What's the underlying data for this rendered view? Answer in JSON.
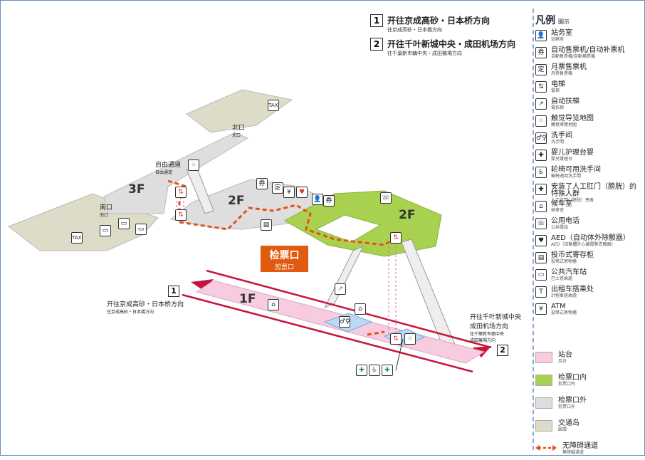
{
  "directions": [
    {
      "num": "1",
      "main": "开往京成高砂・日本桥方向",
      "sub": "往京成高砂・日本橋方向"
    },
    {
      "num": "2",
      "main": "开往千叶新城中央・成田机场方向",
      "sub": "往千葉新市鎮中央・成田機場方向"
    }
  ],
  "legend": {
    "title": "凡例",
    "title_sub": "圖示",
    "items": [
      {
        "icon": "station-office-icon",
        "glyph": "👤",
        "main": "站务室",
        "sub": "站務室"
      },
      {
        "icon": "ticket-machine-icon",
        "glyph": "券",
        "main": "自动售票机/自动补票机",
        "sub": "自動售票機/自動補票機"
      },
      {
        "icon": "commuter-pass-icon",
        "glyph": "定",
        "main": "月票售票机",
        "sub": "月票售票機"
      },
      {
        "icon": "elevator-icon",
        "glyph": "⇅",
        "main": "电梯",
        "sub": "電梯"
      },
      {
        "icon": "escalator-icon",
        "glyph": "↗",
        "main": "自动扶梯",
        "sub": "電扶梯"
      },
      {
        "icon": "tactile-map-icon",
        "glyph": "⁘",
        "main": "触觉导览地图",
        "sub": "觸覺導覽地圖"
      },
      {
        "icon": "restroom-icon",
        "glyph": "♂♀",
        "main": "洗手间",
        "sub": "洗手間"
      },
      {
        "icon": "baby-care-icon",
        "glyph": "✚",
        "main": "婴儿护理台婴",
        "sub": "嬰兒護理台"
      },
      {
        "icon": "wheelchair-icon",
        "glyph": "♿",
        "main": "轮椅可用洗手间",
        "sub": "輪椅適用洗手間"
      },
      {
        "icon": "ostomy-icon",
        "glyph": "✚",
        "main": "安装了人工肛门（膀胱）的特殊人群",
        "sub": "人工肛門（膀胱）患者"
      },
      {
        "icon": "waiting-room-icon",
        "glyph": "⌂",
        "main": "候车室",
        "sub": "候車室"
      },
      {
        "icon": "phone-icon",
        "glyph": "☏",
        "main": "公用电话",
        "sub": "公共電話"
      },
      {
        "icon": "aed-icon",
        "glyph": "♥",
        "main": "AED（自动体外除颤器）",
        "sub": "AED（自動體外心臟電擊去顫器）"
      },
      {
        "icon": "locker-icon",
        "glyph": "▤",
        "main": "投币式寄存柜",
        "sub": "投幣式寄物櫃"
      },
      {
        "icon": "bus-icon",
        "glyph": "▭",
        "main": "公共汽车站",
        "sub": "巴士搭乘處"
      },
      {
        "icon": "taxi-icon",
        "glyph": "T",
        "main": "出租车搭乘处",
        "sub": "計程車搭乘處"
      },
      {
        "icon": "atm-icon",
        "glyph": "¥",
        "main": "ATM",
        "sub": "投幣式寄物櫃"
      }
    ],
    "zones": [
      {
        "color": "#f7cce0",
        "main": "站台",
        "sub": "月台"
      },
      {
        "color": "#a8d14f",
        "main": "检票口内",
        "sub": "剪票口內"
      },
      {
        "color": "#dedede",
        "main": "检票口外",
        "sub": "剪票口外"
      },
      {
        "color": "#dcdcc8",
        "main": "交通岛",
        "sub": "圓環"
      }
    ],
    "barrier_free": {
      "main": "无障碍通道",
      "sub": "無障礙通道"
    }
  },
  "map": {
    "north_exit": {
      "main": "北口",
      "sub": "北口"
    },
    "south_exit": {
      "main": "南口",
      "sub": "南口"
    },
    "free_passage": {
      "main": "自由通道",
      "sub": "自由通道"
    },
    "floors": {
      "f3": "3F",
      "f2_left": "2F",
      "f2_right": "2F",
      "f1": "1F"
    },
    "gate": {
      "main": "检票口",
      "sub": "剪票口"
    },
    "platform_1": {
      "num": "1",
      "main": "开往京成高砂・日本桥方向",
      "sub": "往京成高砂・日本橋方向"
    },
    "platform_2": {
      "num": "2",
      "main1": "开往千叶新城中央",
      "main2": "成田机场方向",
      "sub1": "往千葉新市鎮中央",
      "sub2": "成田機場方向"
    },
    "taxi_label": "TAXI"
  },
  "colors": {
    "platform": "#f7cce0",
    "inside_gate": "#a8d14f",
    "outside_gate": "#dedede",
    "rotary": "#dcdcc8",
    "track": "#c8143c",
    "route": "#e8501a"
  }
}
